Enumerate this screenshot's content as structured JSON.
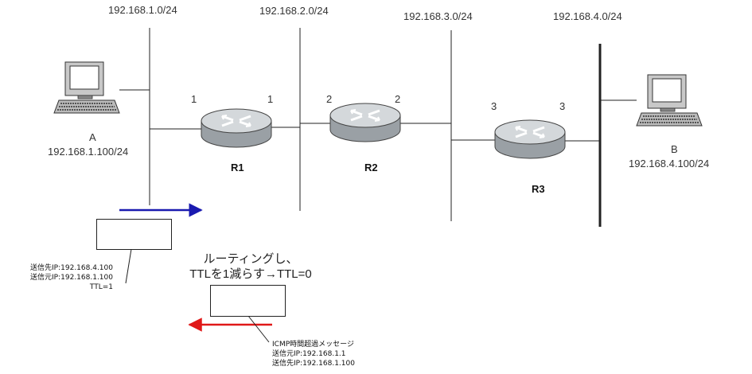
{
  "networks": [
    "192.168.1.0/24",
    "192.168.2.0/24",
    "192.168.3.0/24",
    "192.168.4.0/24"
  ],
  "routers": [
    {
      "name": "R1",
      "left_port": "1",
      "right_port": "1"
    },
    {
      "name": "R2",
      "left_port": "2",
      "right_port": "2"
    },
    {
      "name": "R3",
      "left_port": "3",
      "right_port": "3"
    }
  ],
  "host_a": {
    "name": "A",
    "ip": "192.168.1.100/24"
  },
  "host_b": {
    "name": "B",
    "ip": "192.168.4.100/24"
  },
  "packet_out": {
    "dst": "送信先IP:192.168.4.100",
    "src": "送信元IP:192.168.1.100",
    "ttl": "TTL=1"
  },
  "router_action": {
    "line1": "ルーティングし、",
    "line2": "TTLを1減らす→TTL=0"
  },
  "icmp_reply": {
    "title": "ICMP時間超過メッセージ",
    "src": "送信元IP:192.168.1.1",
    "dst": "送信先IP:192.168.1.100"
  },
  "colors": {
    "forward_arrow": "#1a1ab0",
    "reply_arrow": "#e01818",
    "line": "#222222",
    "router_top": "#cfd3d6",
    "router_side": "#9aa0a5"
  }
}
